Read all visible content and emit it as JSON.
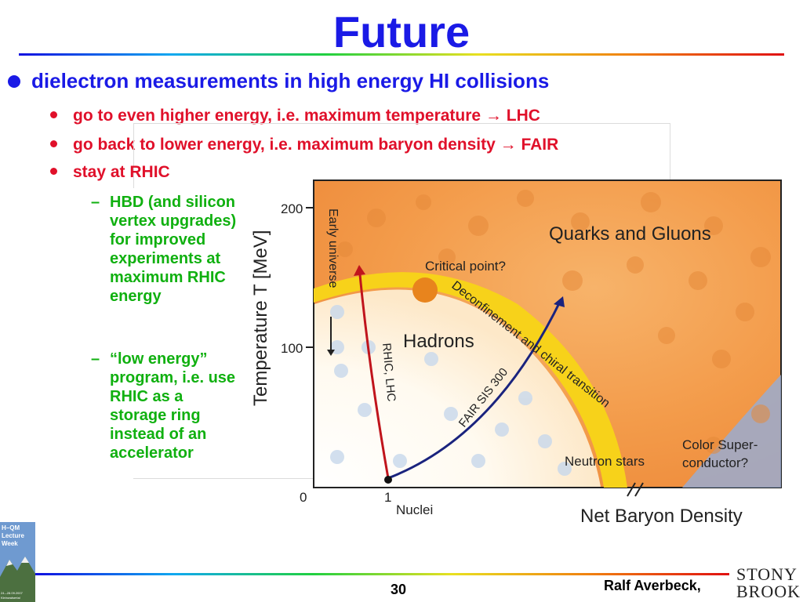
{
  "slide": {
    "title": "Future",
    "bullet_main": "dielectron measurements in high energy HI collisions",
    "sub_bullets": [
      "go to even higher energy, i.e. maximum temperature ",
      "go back to lower energy, i.e. maximum baryon density ",
      "stay at RHIC"
    ],
    "sub_targets": [
      "LHC",
      "FAIR"
    ],
    "arrow_glyph": "→",
    "sub_sub_bullets": [
      "HBD (and silicon vertex upgrades) for improved experiments at maximum RHIC energy",
      "“low energy” program, i.e. use RHIC as a storage ring instead of an accelerator"
    ],
    "dash": "–"
  },
  "figure": {
    "y_axis_label": "Temperature T [MeV]",
    "x_axis_label": "Net Baryon Density",
    "y_ticks": [
      "200",
      "100",
      "0"
    ],
    "x_tick": "1",
    "nuclei_label": "Nuclei",
    "region_qgp": "Quarks and Gluons",
    "region_hadrons": "Hadrons",
    "critical_point": "Critical point?",
    "transition": "Deconfinement and chiral transition",
    "early_universe": "Early universe",
    "rhic_lhc": "RHIC, LHC",
    "fair": "FAIR SIS 300",
    "neutron_stars": "Neutron stars",
    "color_super_1": "Color Super-",
    "color_super_2": "conductor?",
    "colors": {
      "qgp": "#f39b4a",
      "hadron_bg": "#ffffff",
      "transition_band": "#f7d21a",
      "critical": "#e8841d",
      "rhic_arrow": "#c0141c",
      "fair_arrow": "#1a237e",
      "color_super": "#8aa0c8"
    }
  },
  "footer": {
    "page_number": "30",
    "author": "Ralf Averbeck,",
    "logo_left_1": "H–QM",
    "logo_left_2": "Lecture",
    "logo_left_3": "Week",
    "logo_left_4": "24.–28.09.2007",
    "logo_left_5": "Kleinwalsertal",
    "logo_right_1": "STONY",
    "logo_right_2": "BROOK"
  }
}
